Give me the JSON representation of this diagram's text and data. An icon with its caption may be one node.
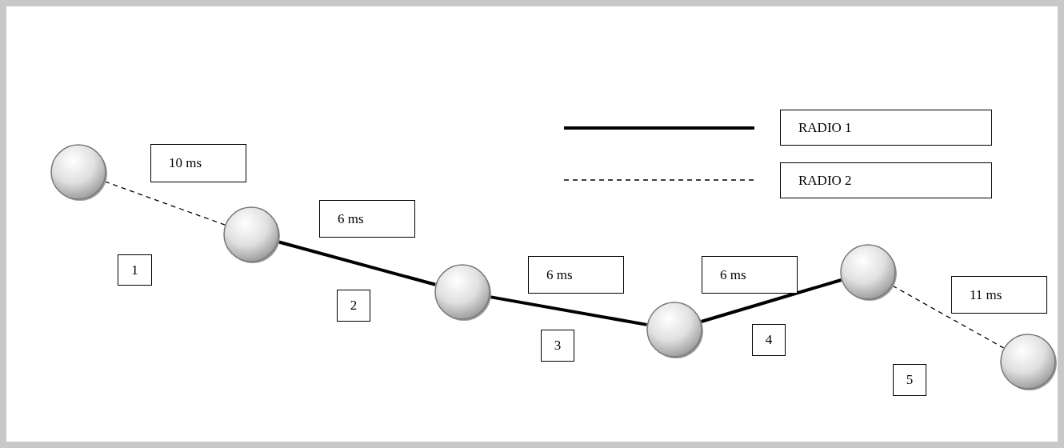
{
  "diagram": {
    "nodes": [
      {
        "text": [],
        "shape": "circle"
      },
      {
        "text": [],
        "shape": "circle"
      },
      {
        "text": [],
        "shape": "circle"
      },
      {
        "text": [],
        "shape": "circle"
      },
      {
        "text": [],
        "shape": "circle"
      },
      {
        "text": [],
        "shape": "circle"
      },
      {
        "text": [
          "10 ms"
        ]
      },
      {
        "text": [
          "6 ms"
        ]
      },
      {
        "text": [
          "6 ms"
        ]
      },
      {
        "text": [
          "6 ms"
        ]
      },
      {
        "text": [
          "11 ms"
        ]
      },
      {
        "text": [
          "1"
        ]
      },
      {
        "text": [
          "2"
        ]
      },
      {
        "text": [
          "3"
        ]
      },
      {
        "text": [
          "4"
        ]
      },
      {
        "text": [
          "5"
        ]
      }
    ],
    "edges": [
      {
        "from": 0,
        "to": 1,
        "arrow": "none",
        "style": "dashed"
      },
      {
        "from": 1,
        "to": 2,
        "arrow": "none"
      },
      {
        "from": 2,
        "to": 3,
        "arrow": "none"
      },
      {
        "from": 3,
        "to": 4,
        "arrow": "none"
      },
      {
        "from": 4,
        "to": 5,
        "arrow": "none",
        "style": "dashed"
      }
    ],
    "legend": [
      {
        "text": "RADIO 1"
      },
      {
        "text": "RADIO 2"
      }
    ]
  }
}
